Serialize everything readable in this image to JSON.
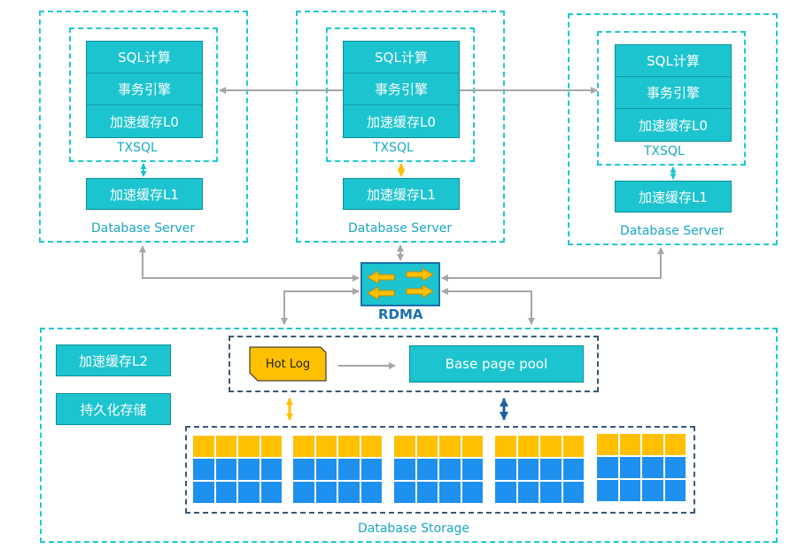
{
  "servers": [
    {
      "txsql_rows": [
        "SQL计算",
        "事务引擎",
        "加速缓存L0"
      ],
      "txsql_label": "TXSQL",
      "l1_label": "加速缓存L1",
      "server_label": "Database Server"
    },
    {
      "txsql_rows": [
        "SQL计算",
        "事务引擎",
        "加速缓存L0"
      ],
      "txsql_label": "TXSQL",
      "l1_label": "加速缓存L1",
      "server_label": "Database Server"
    },
    {
      "txsql_rows": [
        "SQL计算",
        "事务引擎",
        "加速缓存L0"
      ],
      "txsql_label": "TXSQL",
      "l1_label": "加速缓存L1",
      "server_label": "Database Server"
    }
  ],
  "rdma": {
    "label": "RDMA"
  },
  "storage": {
    "l2_label": "加速缓存L2",
    "persist_label": "持久化存储",
    "hot_log_label": "Hot Log",
    "page_pool_label": "Base page pool",
    "storage_label": "Database Storage"
  },
  "colors": {
    "cyan_border": "#1ec8d2",
    "cell_fill": "#1cc4cf",
    "navy_border": "#3a5878",
    "gold": "#ffc000",
    "blue": "#1e90f0",
    "arrow_gray": "#a6a6a6"
  }
}
